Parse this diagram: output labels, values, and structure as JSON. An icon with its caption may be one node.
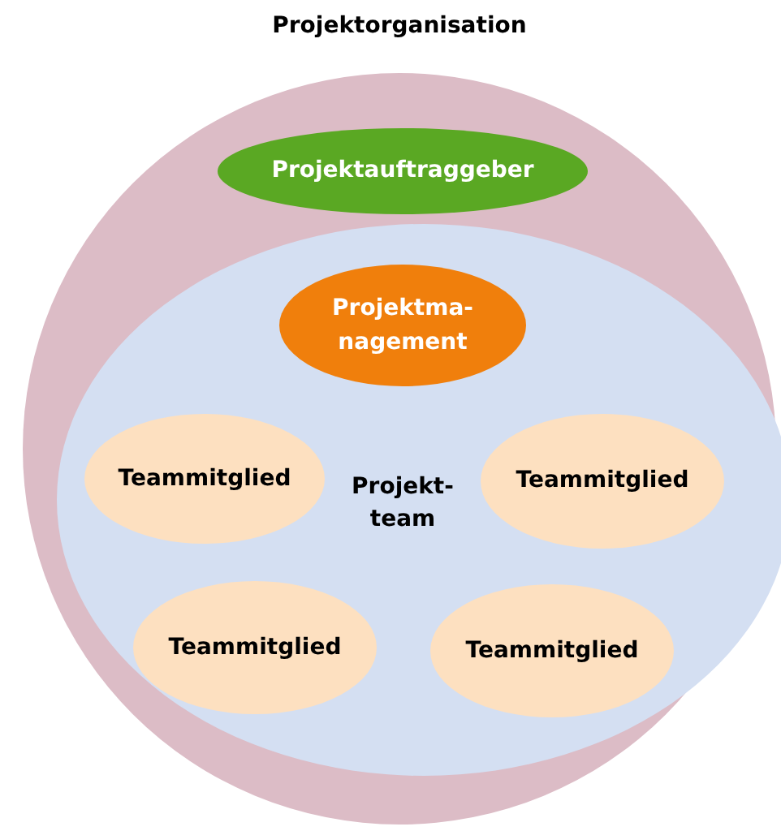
{
  "diagram": {
    "nodes": [
      {
        "text": [
          "Projektorganisation"
        ]
      },
      {
        "text": [
          "Projektauftraggeber"
        ],
        "in": 0
      },
      {
        "text": [
          "Projekt- team"
        ],
        "in": 0
      },
      {
        "text": [
          "Projektma- nagement"
        ],
        "in": 2
      },
      {
        "text": [
          "Teammitglied"
        ],
        "in": 2
      },
      {
        "text": [
          "Teammitglied"
        ],
        "in": 2
      },
      {
        "text": [
          "Teammitglied"
        ],
        "in": 2
      },
      {
        "text": [
          "Teammitglied"
        ],
        "in": 2
      }
    ]
  }
}
